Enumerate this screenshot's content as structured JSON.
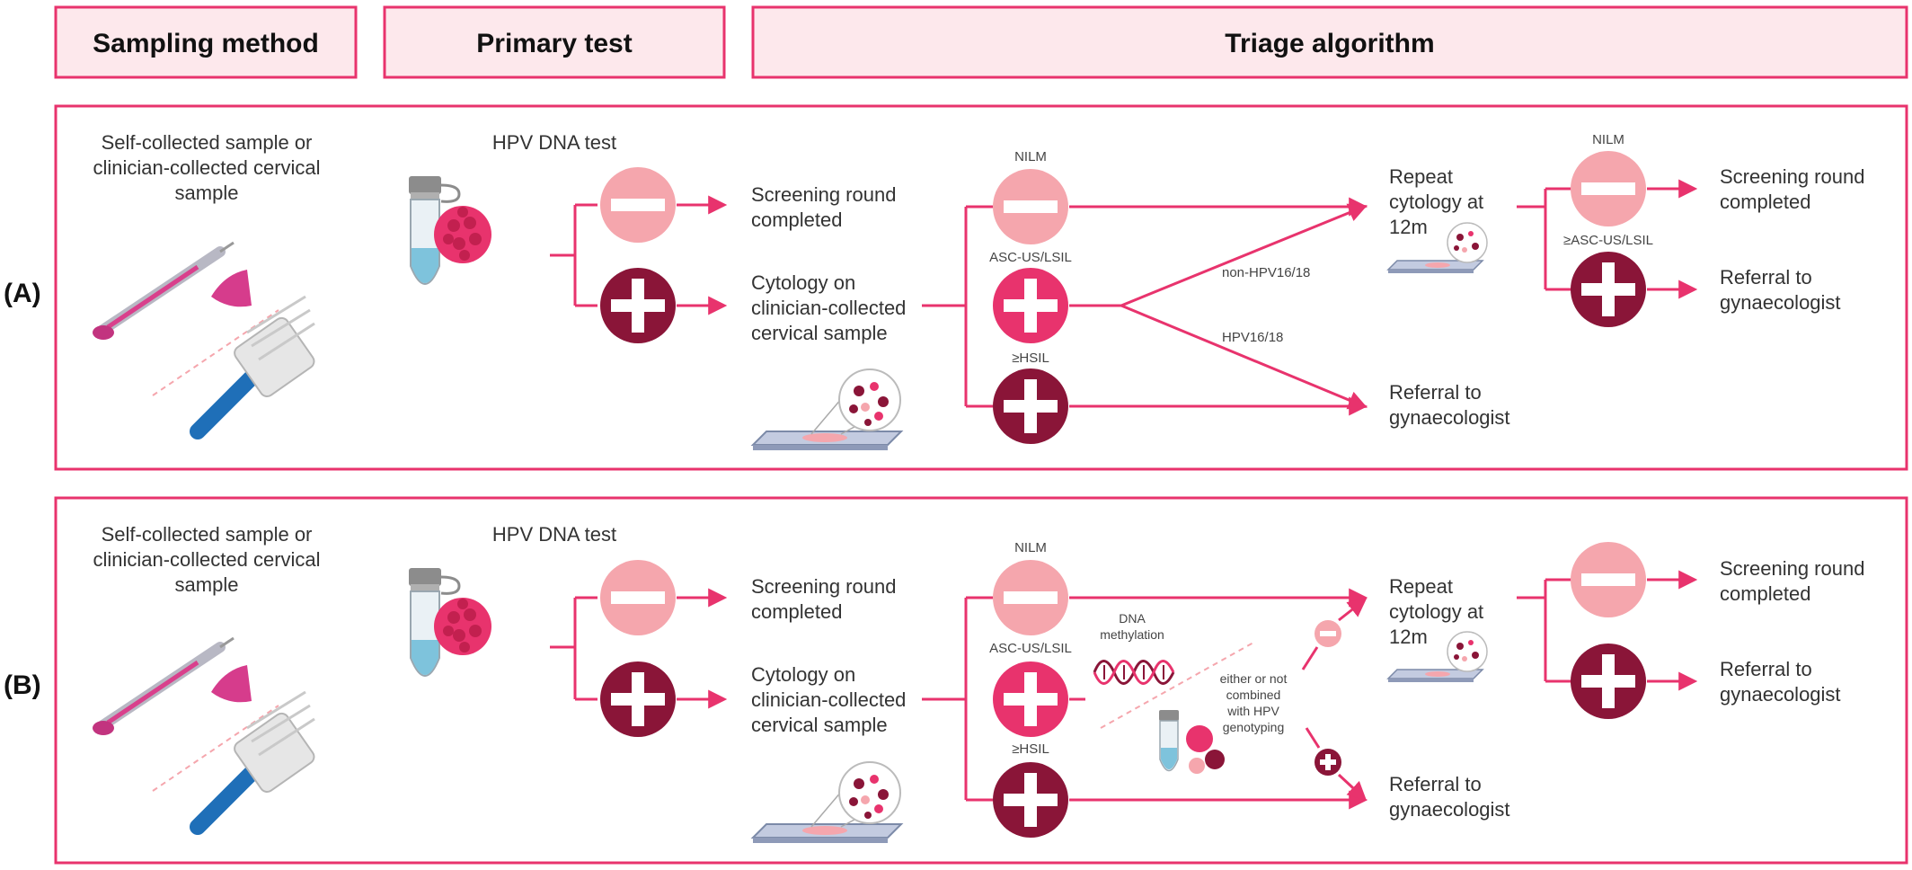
{
  "headers": {
    "sampling": "Sampling method",
    "primary": "Primary test",
    "triage": "Triage algorithm"
  },
  "panel_a": {
    "label": "(A)",
    "sample_text": [
      "Self-collected sample or",
      "clinician-collected cervical",
      "sample"
    ],
    "hpv_test": "HPV DNA test",
    "screening_completed": [
      "Screening round",
      "completed"
    ],
    "cytology": [
      "Cytology on",
      "clinician-collected",
      "cervical sample"
    ],
    "nilm": "NILM",
    "asc_us": "ASC-US/LSIL",
    "hsil": "≥HSIL",
    "non_hpv": "non-HPV16/18",
    "hpv1618": "HPV16/18",
    "repeat": [
      "Repeat",
      "cytology at",
      "12m"
    ],
    "referral_mid": [
      "Referral to",
      "gynaecologist"
    ],
    "nilm_right": "NILM",
    "asc_right": "≥ASC-US/LSIL",
    "screening_completed_right": [
      "Screening round",
      "completed"
    ],
    "referral_right": [
      "Referral to",
      "gynaecologist"
    ]
  },
  "panel_b": {
    "label": "(B)",
    "sample_text": [
      "Self-collected sample or",
      "clinician-collected cervical",
      "sample"
    ],
    "hpv_test": "HPV DNA test",
    "screening_completed": [
      "Screening round",
      "completed"
    ],
    "cytology": [
      "Cytology on",
      "clinician-collected",
      "cervical sample"
    ],
    "nilm": "NILM",
    "asc_us": "ASC-US/LSIL",
    "hsil": "≥HSIL",
    "dna_methylation": [
      "DNA",
      "methylation"
    ],
    "either_text": [
      "either or not",
      "combined",
      "with HPV",
      "genotyping"
    ],
    "repeat": [
      "Repeat",
      "cytology at",
      "12m"
    ],
    "referral_mid": [
      "Referral to",
      "gynaecologist"
    ],
    "screening_completed_right": [
      "Screening round",
      "completed"
    ],
    "referral_right": [
      "Referral to",
      "gynaecologist"
    ]
  },
  "colors": {
    "accent": "#e8336d",
    "negative_circle": "#f5a6ad",
    "positive_dark": "#8a1538",
    "positive_mid": "#e8336d",
    "header_fill": "#fde8ec"
  }
}
